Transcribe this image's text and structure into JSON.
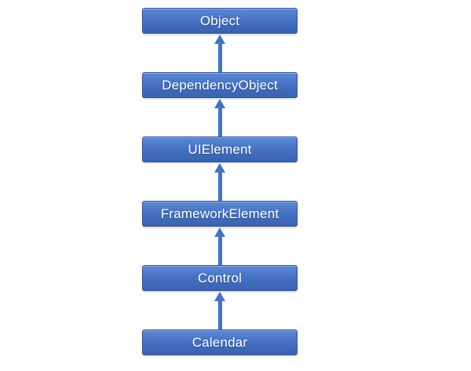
{
  "diagram": {
    "type": "inheritance-hierarchy",
    "direction": "bottom-to-top",
    "arrow_meaning": "derives-from (arrows point up toward base class)",
    "nodes": [
      {
        "label": "Object"
      },
      {
        "label": "DependencyObject"
      },
      {
        "label": "UIElement"
      },
      {
        "label": "FrameworkElement"
      },
      {
        "label": "Control"
      },
      {
        "label": "Calendar"
      }
    ],
    "arrow_count": 5
  },
  "colors": {
    "background": "#ffffff",
    "box_fill_top": "#5e89d2",
    "box_fill": "#4472c4",
    "box_fill_bottom": "#3a62ae",
    "box_border": "#35599b",
    "box_text": "#ffffff",
    "arrow": "#4472c4"
  }
}
